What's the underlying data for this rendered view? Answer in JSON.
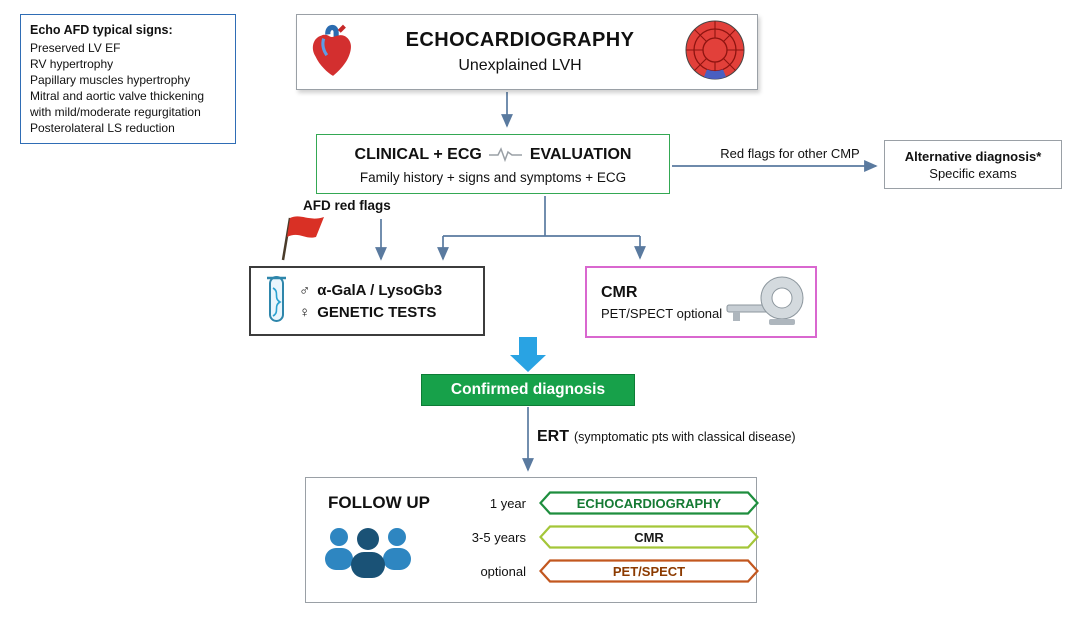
{
  "colors": {
    "arrow": "#5a7a9f",
    "blue_arrow": "#29a3e3",
    "signs_border": "#2f6db5",
    "clinical_border": "#34a853",
    "cmr_border": "#d967cf",
    "confirmed_bg": "#17a14a",
    "ribbon_echo": "#1e8e3e",
    "ribbon_cmr": "#a4c639",
    "ribbon_pet": "#c2571f"
  },
  "icons": {
    "heart": "heart-icon",
    "polar_map": "bullseye-polar-map-icon",
    "ecg": "ecg-waveform-icon",
    "red_flag": "red-flag-icon",
    "test_tube": "test-tube-icon",
    "ct_scanner": "ct-scanner-icon",
    "people_group": "people-group-icon"
  },
  "signs_box": {
    "title": "Echo AFD typical signs:",
    "items": [
      "Preserved LV EF",
      "RV hypertrophy",
      "Papillary muscles hypertrophy",
      "Mitral and aortic valve thickening with mild/moderate regurgitation",
      "Posterolateral LS reduction"
    ]
  },
  "echo_box": {
    "title": "ECHOCARDIOGRAPHY",
    "subtitle": "Unexplained LVH"
  },
  "clinical_box": {
    "title_left": "CLINICAL + ECG",
    "title_right": "EVALUATION",
    "subtitle": "Family history + signs and symptoms + ECG"
  },
  "labels": {
    "red_flags_cmp": "Red flags for other CMP",
    "afd_red_flags": "AFD red flags",
    "ert_bold": "ERT",
    "ert_rest": "(symptomatic pts with classical disease)"
  },
  "alt_box": {
    "title": "Alternative diagnosis*",
    "subtitle": "Specific exams"
  },
  "genetic_box": {
    "male_symbol": "♂",
    "female_symbol": "♀",
    "line1": "α-GalA / LysoGb3",
    "line2": "GENETIC TESTS"
  },
  "cmr_box": {
    "title": "CMR",
    "subtitle": "PET/SPECT optional"
  },
  "confirmed_box": {
    "label": "Confirmed diagnosis"
  },
  "followup_box": {
    "title": "FOLLOW UP",
    "rows": [
      {
        "label": "1 year",
        "value": "ECHOCARDIOGRAPHY"
      },
      {
        "label": "3-5 years",
        "value": "CMR"
      },
      {
        "label": "optional",
        "value": "PET/SPECT"
      }
    ]
  }
}
